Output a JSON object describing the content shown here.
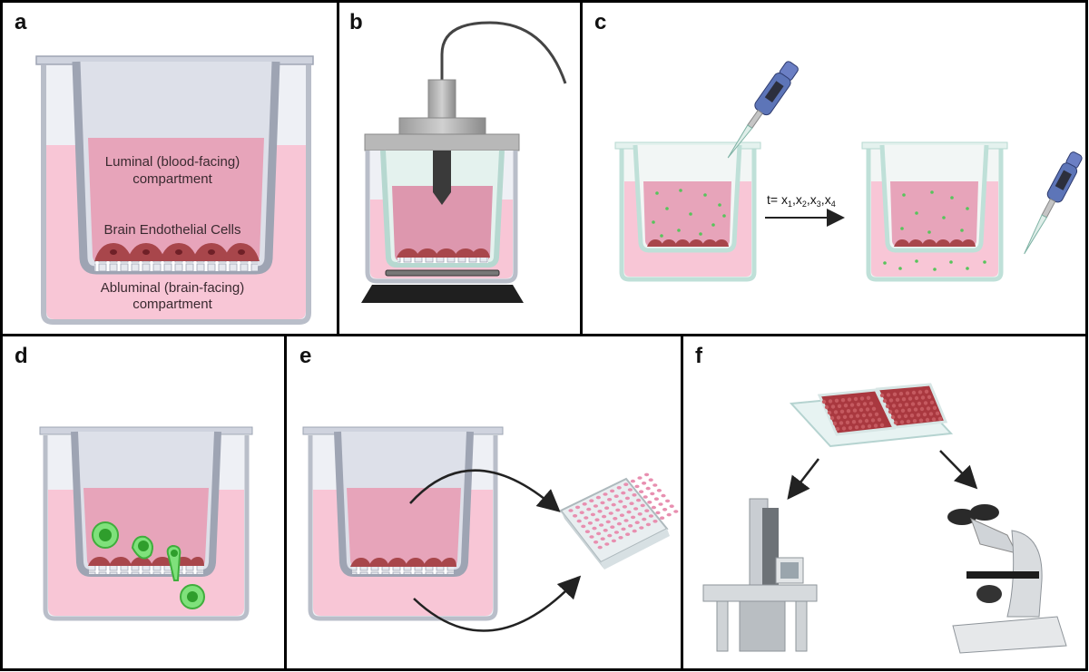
{
  "panels": {
    "a": {
      "label": "a",
      "luminal_line1": "Luminal (blood-facing)",
      "luminal_line2": "compartment",
      "cells": "Brain Endothelial Cells",
      "abluminal_line1": "Abluminal (brain-facing)",
      "abluminal_line2": "compartment"
    },
    "b": {
      "label": "b"
    },
    "c": {
      "label": "c",
      "time_prefix": "t= x",
      "time_terms": [
        {
          "base": "x",
          "sub": "1"
        },
        {
          "base": "x",
          "sub": "2"
        },
        {
          "base": "x",
          "sub": "3"
        },
        {
          "base": "x",
          "sub": "4"
        }
      ]
    },
    "d": {
      "label": "d"
    },
    "e": {
      "label": "e"
    },
    "f": {
      "label": "f"
    }
  },
  "colors": {
    "frame": "#000000",
    "insert_wall": "#9ea4b3",
    "insert_fill": "#cfd3de",
    "medium": "#f7c4d4",
    "medium_inner": "#e9a6bb",
    "cells": "#a8464b",
    "nucleus": "#6f2027",
    "green_cell": "#52d14f",
    "pipette_body": "#5d75b8"
  }
}
